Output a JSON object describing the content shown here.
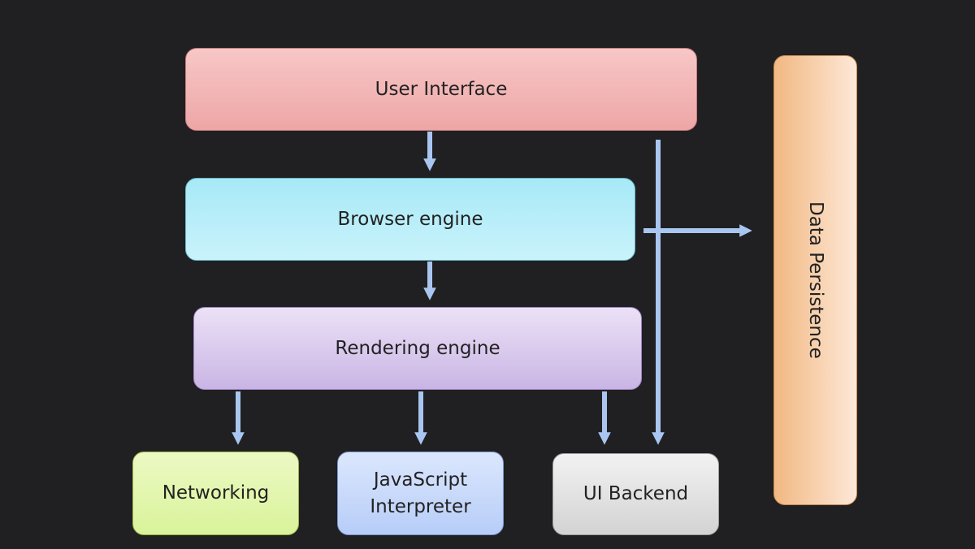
{
  "components": {
    "user_interface": "User  Interface",
    "browser_engine": "Browser engine",
    "rendering_engine": "Rendering engine",
    "networking": "Networking",
    "javascript_interpreter": "JavaScript\nInterpreter",
    "ui_backend": "UI Backend",
    "data_persistence": "Data Persistence"
  },
  "colors": {
    "background": "#202022",
    "arrow": "#a9c6f0",
    "user_interface": "#f0aeae",
    "browser_engine": "#b5eef9",
    "rendering_engine": "#d8c8ee",
    "networking": "#e1f5ac",
    "javascript_interpreter": "#c5d8fa",
    "ui_backend": "#e0e0e0",
    "data_persistence": "#f7cfa8"
  }
}
